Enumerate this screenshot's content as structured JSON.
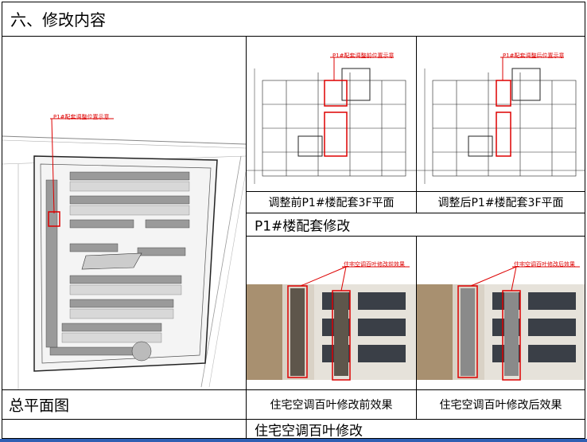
{
  "section_title": "六、修改内容",
  "site_plan": {
    "caption": "总平面图",
    "annotation": "P1#配套调整位置示意"
  },
  "floor_plans": {
    "before_caption": "调整前P1#楼配套3F平面",
    "after_caption": "调整后P1#楼配套3F平面",
    "before_annotation": "P1#配套调整前位置示意",
    "after_annotation": "P1#配套调整后位置示意",
    "group_caption": "P1#楼配套修改"
  },
  "renders": {
    "before_caption": "住宅空调百叶修改前效果",
    "after_caption": "住宅空调百叶修改后效果",
    "before_annotation": "住宅空调百叶修改前效果",
    "after_annotation": "住宅空调百叶修改后效果",
    "group_caption": "住宅空调百叶修改"
  },
  "colors": {
    "annotation_red": "#dd0000",
    "bottom_bar": "#2f5fb3"
  }
}
